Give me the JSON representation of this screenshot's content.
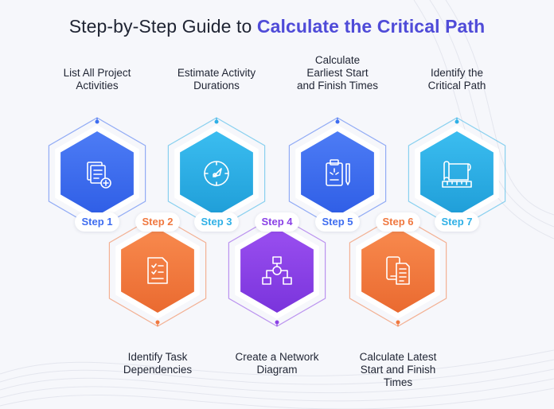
{
  "title": {
    "prefix": "Step-by-Step Guide to ",
    "highlight": "Calculate the Critical Path"
  },
  "colors": {
    "blue": "#3e6df0",
    "teal": "#2fb0e6",
    "orange": "#f0783f",
    "purple": "#8a41e6",
    "title_accent": "#4f4bd8"
  },
  "steps": [
    {
      "pill": "Step 1",
      "label": "List All Project\nActivities",
      "color": "blue",
      "icon": "documents-add-icon",
      "position": "top"
    },
    {
      "pill": "Step 2",
      "label": "Identify Task\nDependencies",
      "color": "orange",
      "icon": "checklist-document-icon",
      "position": "bottom"
    },
    {
      "pill": "Step 3",
      "label": "Estimate Activity\nDurations",
      "color": "teal",
      "icon": "compass-icon",
      "position": "top"
    },
    {
      "pill": "Step 4",
      "label": "Create a Network\nDiagram",
      "color": "purple",
      "icon": "network-diagram-icon",
      "position": "bottom"
    },
    {
      "pill": "Step 5",
      "label": "Calculate\nEarliest Start\nand Finish Times",
      "color": "blue",
      "icon": "clipboard-pen-icon",
      "position": "top"
    },
    {
      "pill": "Step 6",
      "label": "Calculate Latest\nStart and Finish\nTimes",
      "color": "orange",
      "icon": "tablet-documents-icon",
      "position": "bottom"
    },
    {
      "pill": "Step 7",
      "label": "Identify the\nCritical Path",
      "color": "teal",
      "icon": "blueprint-ruler-icon",
      "position": "top"
    }
  ]
}
